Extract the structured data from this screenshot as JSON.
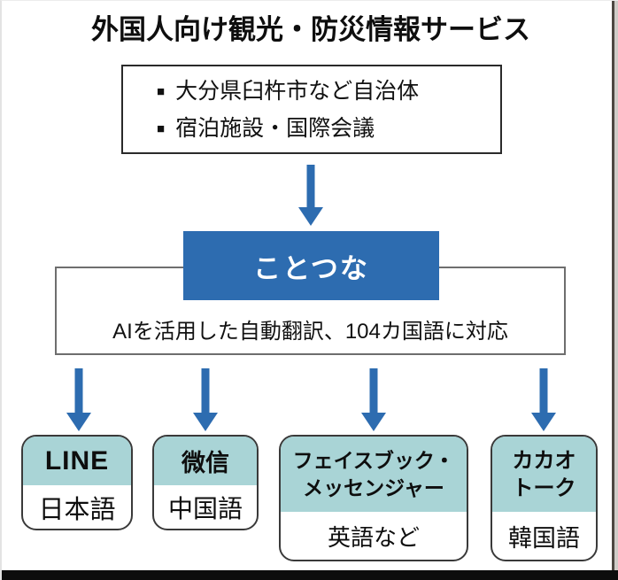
{
  "title": "外国人向け観光・防災情報サービス",
  "colors": {
    "accent_blue": "#2d6cb0",
    "card_header_teal": "#a9d4d6",
    "bottom_bar_black": "#0d0d0d"
  },
  "source_box": {
    "bullet_icon": "■",
    "items": [
      "大分県臼杵市など自治体",
      "宿泊施設・国際会議"
    ]
  },
  "service": {
    "name": "ことつな",
    "description": "AIを活用した自動翻訳、104カ国語に対応"
  },
  "channels": [
    {
      "name": "LINE",
      "language": "日本語"
    },
    {
      "name": "微信",
      "language": "中国語"
    },
    {
      "name": "フェイスブック・\nメッセンジャー",
      "language": "英語など"
    },
    {
      "name": "カカオ\nトーク",
      "language": "韓国語"
    }
  ]
}
